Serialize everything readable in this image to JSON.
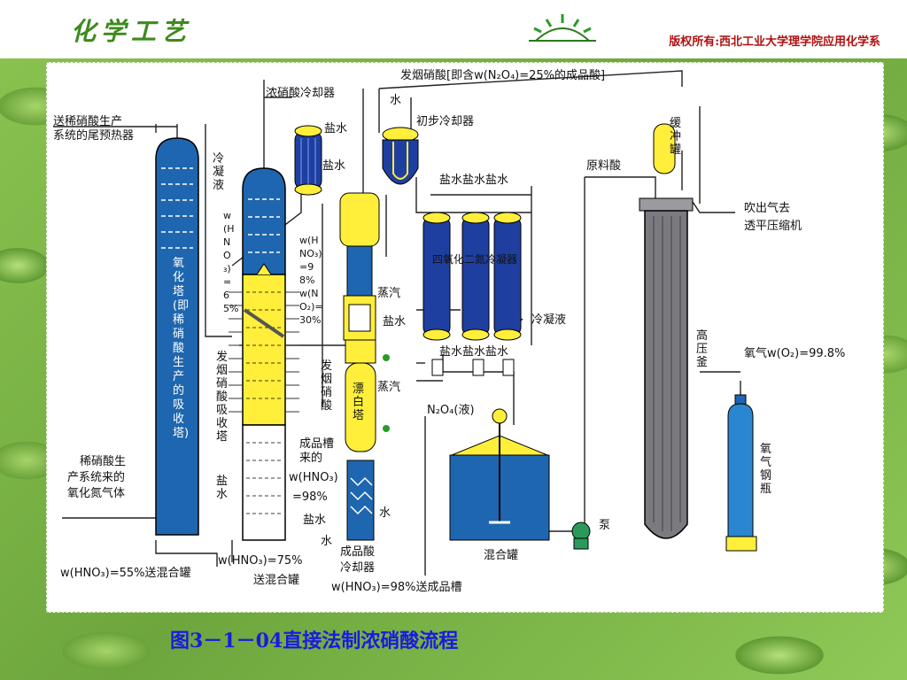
{
  "header": {
    "logo_text": "化学工艺",
    "copyright": "版权所有:西北工业大学理学院应用化学系"
  },
  "caption": "图3－1－04直接法制浓硝酸流程",
  "colors": {
    "tower_blue": "#1f66b0",
    "tower_yellow": "#ffef3a",
    "autoclave_gray": "#7a7a80",
    "flow_line": "#222222",
    "caption": "#1a1ae0"
  },
  "labels": {
    "fuming_top": "发烟硝酸[即含w(N₂O₄)=25%的成品酸]",
    "conc_cooler": "浓硝酸冷却器",
    "water1": "水",
    "pre_cooler": "初步冷却器",
    "tail_preheater_1": "送稀硝酸生产",
    "tail_preheater_2": "系统的尾预热器",
    "brine1": "盐水",
    "brine2": "盐水",
    "condensate": "冷凝液",
    "hno3_65": "w(HNO₃)=65%",
    "oxidation_tower": "氧化塔(即稀硝酸生产的吸收塔)",
    "hno3_98_no2": "w(HNO₃)=98% w(NO₂)=30%",
    "brine_top_three": "盐水盐水盐水",
    "raw_acid": "原料酸",
    "buffer_tank": "缓冲罐",
    "blowoff": "吹出气去",
    "to_compressor": "透平压缩机",
    "n2o4_condenser": "四氧化二氮冷凝器",
    "steam1": "蒸汽",
    "brine3": "盐水",
    "condensate2": "冷凝液",
    "high_pressure": "高压釜",
    "brine_bottom_three": "盐水盐水盐水",
    "oxygen": "氧气w(O₂)=99.8%",
    "fuming_absorber": "发烟硝酸吸收塔",
    "fuming_acid": "发烟硝酸",
    "steam2": "蒸汽",
    "bleacher": "漂白塔",
    "n2o4_liquid": "N₂O₄(液)",
    "product_tank_1": "成品槽",
    "product_tank_2": "来的",
    "hno3_98a": "w(HNO₃)",
    "hno3_98b": "=98%",
    "brine_side": "盐水",
    "water2": "水",
    "water3": "水",
    "dilute_1": "稀硝酸生",
    "dilute_2": "产系统来的",
    "dilute_3": "氧化氮气体",
    "pump": "泵",
    "oxygen_cyl": "氧气钢瓶",
    "mix_tank": "混合罐",
    "product_cooler_1": "成品酸",
    "product_cooler_2": "冷却器",
    "hno3_55": "w(HNO₃)=55%送混合罐",
    "hno3_75": "w(HNO₃)=75%",
    "to_mix": "送混合罐",
    "hno3_98_final": "w(HNO₃)=98%送成品槽"
  }
}
